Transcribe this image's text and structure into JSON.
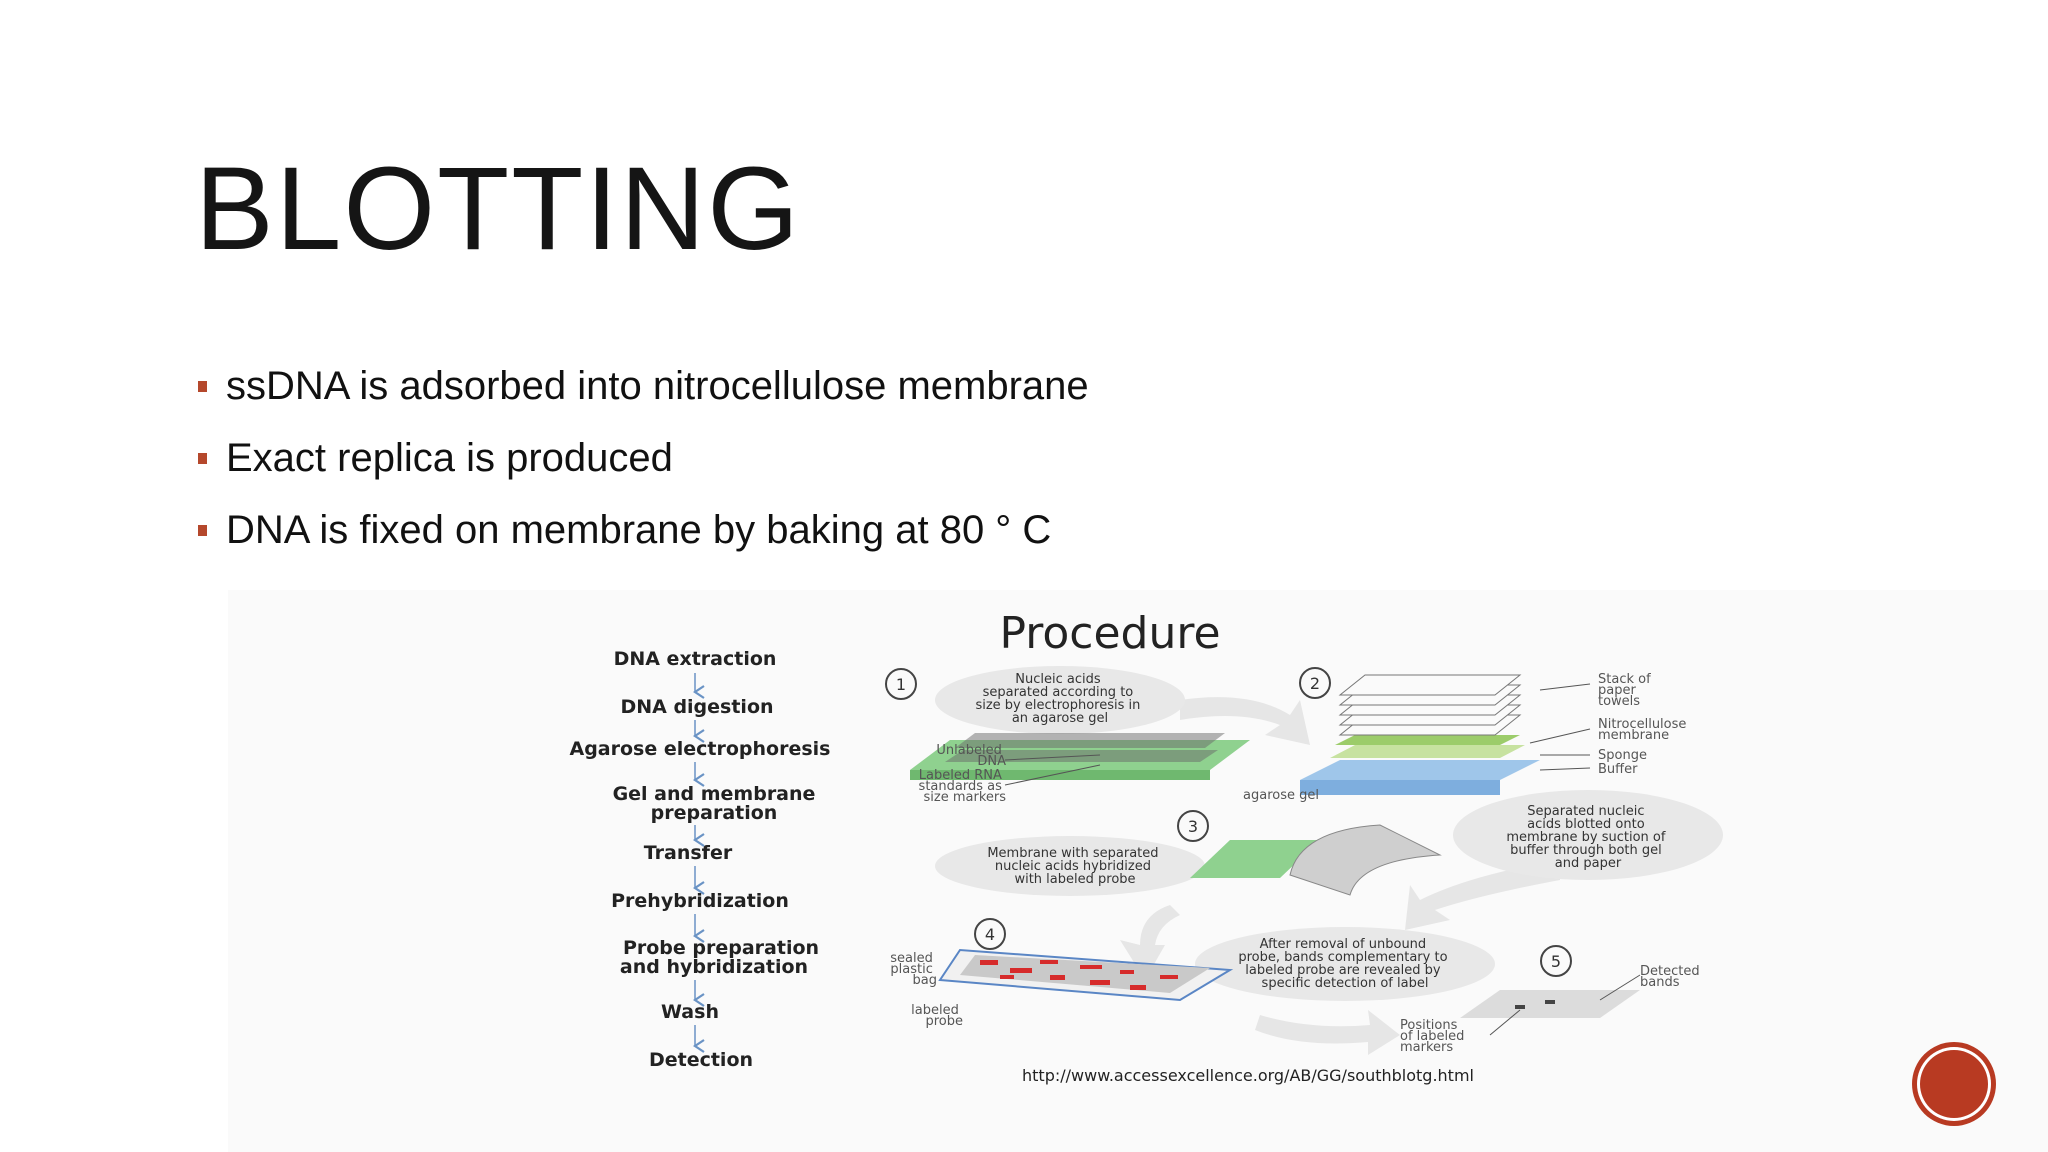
{
  "slide": {
    "title": "BLOTTING",
    "bullets": [
      "ssDNA is adsorbed into nitrocellulose membrane",
      "Exact replica is produced",
      "DNA is fixed on membrane by baking at 80 ° C"
    ],
    "accent_color": "#b5482c"
  },
  "figure": {
    "title": "Procedure",
    "flow_steps": [
      [
        "DNA extraction"
      ],
      [
        "DNA digestion"
      ],
      [
        "Agarose electrophoresis"
      ],
      [
        "Gel and membrane",
        "preparation"
      ],
      [
        "Transfer"
      ],
      [
        "Prehybridization"
      ],
      [
        "Probe preparation",
        "and hybridization"
      ],
      [
        "Wash"
      ],
      [
        "Detection"
      ]
    ],
    "step_numbers": [
      "1",
      "2",
      "3",
      "4",
      "5"
    ],
    "callouts": {
      "step1": [
        "Nucleic acids",
        "separated according to",
        "size by electrophoresis in",
        "an agarose gel"
      ],
      "unlabeled_dna": [
        "Unlabeled",
        "DNA"
      ],
      "labeled_rna": [
        "Labeled RNA",
        "standards as",
        "size markers"
      ],
      "agarose_gel": "agarose gel",
      "stack_paper": [
        "Stack of",
        "paper",
        "towels"
      ],
      "nitrocellulose": [
        "Nitrocellulose",
        "membrane"
      ],
      "sponge": "Sponge",
      "buffer": "Buffer",
      "separated": [
        "Separated nucleic",
        "acids blotted onto",
        "membrane by suction of",
        "buffer through both gel",
        "and paper"
      ],
      "membrane_with": [
        "Membrane with separated",
        "nucleic acids hybridized",
        "with labeled probe"
      ],
      "sealed_bag": [
        "sealed",
        "plastic",
        "bag"
      ],
      "labeled_probe": [
        "labeled",
        "probe"
      ],
      "after_removal": [
        "After removal of unbound",
        "probe, bands complementary to",
        "labeled probe are revealed by",
        "specific detection of label"
      ],
      "detected_bands": [
        "Detected",
        "bands"
      ],
      "positions": [
        "Positions",
        "of labeled",
        "markers"
      ]
    },
    "source_url": "http://www.accessexcellence.org/AB/GG/southblotg.html"
  }
}
